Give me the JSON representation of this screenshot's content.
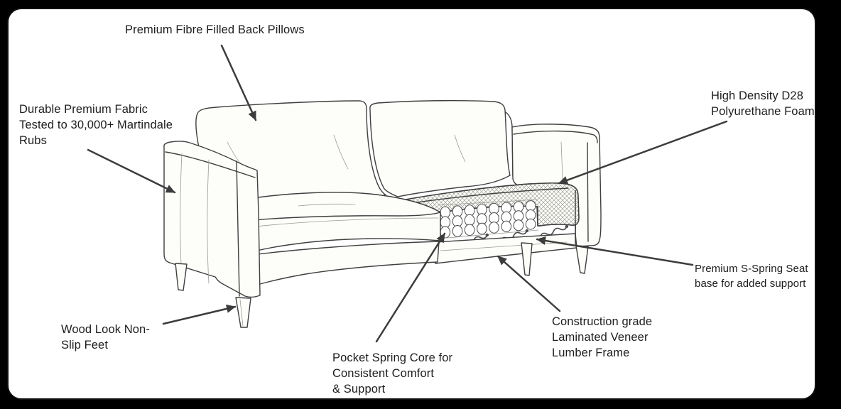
{
  "colors": {
    "page_background": "#000000",
    "panel_background": "#ffffff",
    "panel_border": "#101010",
    "ink": "#3f3f3f",
    "arrow": "#3c3c3c",
    "text": "#1d1d1d"
  },
  "labels": {
    "back_pillows": {
      "lines": [
        "Premium Fibre Filled Back Pillows"
      ]
    },
    "fabric": {
      "lines": [
        "Durable Premium Fabric",
        "Tested to 30,000+ Martindale",
        "Rubs"
      ]
    },
    "foam": {
      "lines": [
        "High Density D28",
        "Polyurethane Foam"
      ]
    },
    "s_spring": {
      "lines": [
        "Premium S-Spring Seat",
        "base for added support"
      ]
    },
    "frame": {
      "lines": [
        "Construction grade",
        "Laminated Veneer",
        "Lumber Frame"
      ]
    },
    "pocket_spring": {
      "lines": [
        "Pocket Spring Core for",
        "Consistent Comfort",
        "& Support"
      ]
    },
    "feet": {
      "lines": [
        "Wood Look Non-",
        "Slip Feet"
      ]
    }
  }
}
